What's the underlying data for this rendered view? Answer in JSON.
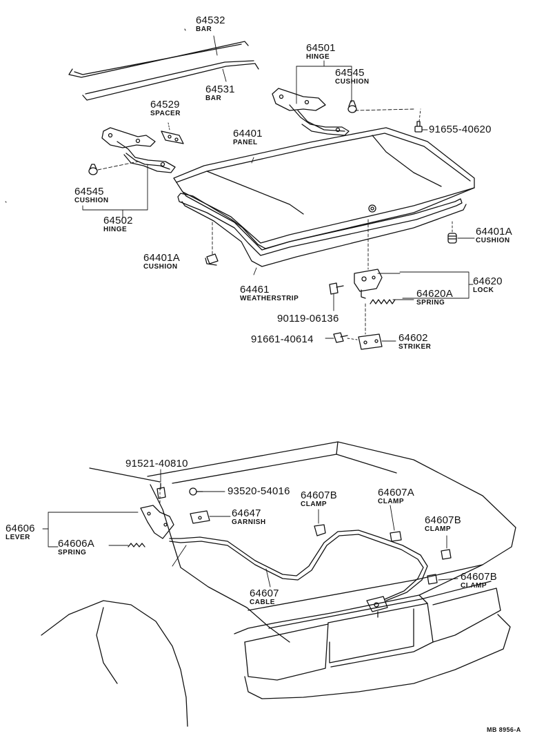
{
  "parts": {
    "p64532": {
      "number": "64532",
      "name": "BAR"
    },
    "p64531": {
      "number": "64531",
      "name": "BAR"
    },
    "p64529": {
      "number": "64529",
      "name": "SPACER"
    },
    "p64501": {
      "number": "64501",
      "name": "HINGE"
    },
    "p64545_top": {
      "number": "64545",
      "name": "CUSHION"
    },
    "p91655": {
      "number": "91655-40620"
    },
    "p64401": {
      "number": "64401",
      "name": "PANEL"
    },
    "p64545_left": {
      "number": "64545",
      "name": "CUSHION"
    },
    "p64502": {
      "number": "64502",
      "name": "HINGE"
    },
    "p64401A_right": {
      "number": "64401A",
      "name": "CUSHION"
    },
    "p64401A_left": {
      "number": "64401A",
      "name": "CUSHION"
    },
    "p64461": {
      "number": "64461",
      "name": "WEATHERSTRIP"
    },
    "p64620": {
      "number": "64620",
      "name": "LOCK"
    },
    "p64620A": {
      "number": "64620A",
      "name": "SPRING"
    },
    "p90119": {
      "number": "90119-06136"
    },
    "p91661": {
      "number": "91661-40614"
    },
    "p64602": {
      "number": "64602",
      "name": "STRIKER"
    },
    "p91521": {
      "number": "91521-40810"
    },
    "p93520": {
      "number": "93520-54016"
    },
    "p64607B_a": {
      "number": "64607B",
      "name": "CLAMP"
    },
    "p64607A": {
      "number": "64607A",
      "name": "CLAMP"
    },
    "p64606": {
      "number": "64606",
      "name": "LEVER"
    },
    "p64647": {
      "number": "64647",
      "name": "GARNISH"
    },
    "p64607B_b": {
      "number": "64607B",
      "name": "CLAMP"
    },
    "p64606A": {
      "number": "64606A",
      "name": "SPRING"
    },
    "p64607B_c": {
      "number": "64607B",
      "name": "CLAMP"
    },
    "p64607": {
      "number": "64607",
      "name": "CABLE"
    }
  },
  "drawing_code": "MB 8956-A"
}
